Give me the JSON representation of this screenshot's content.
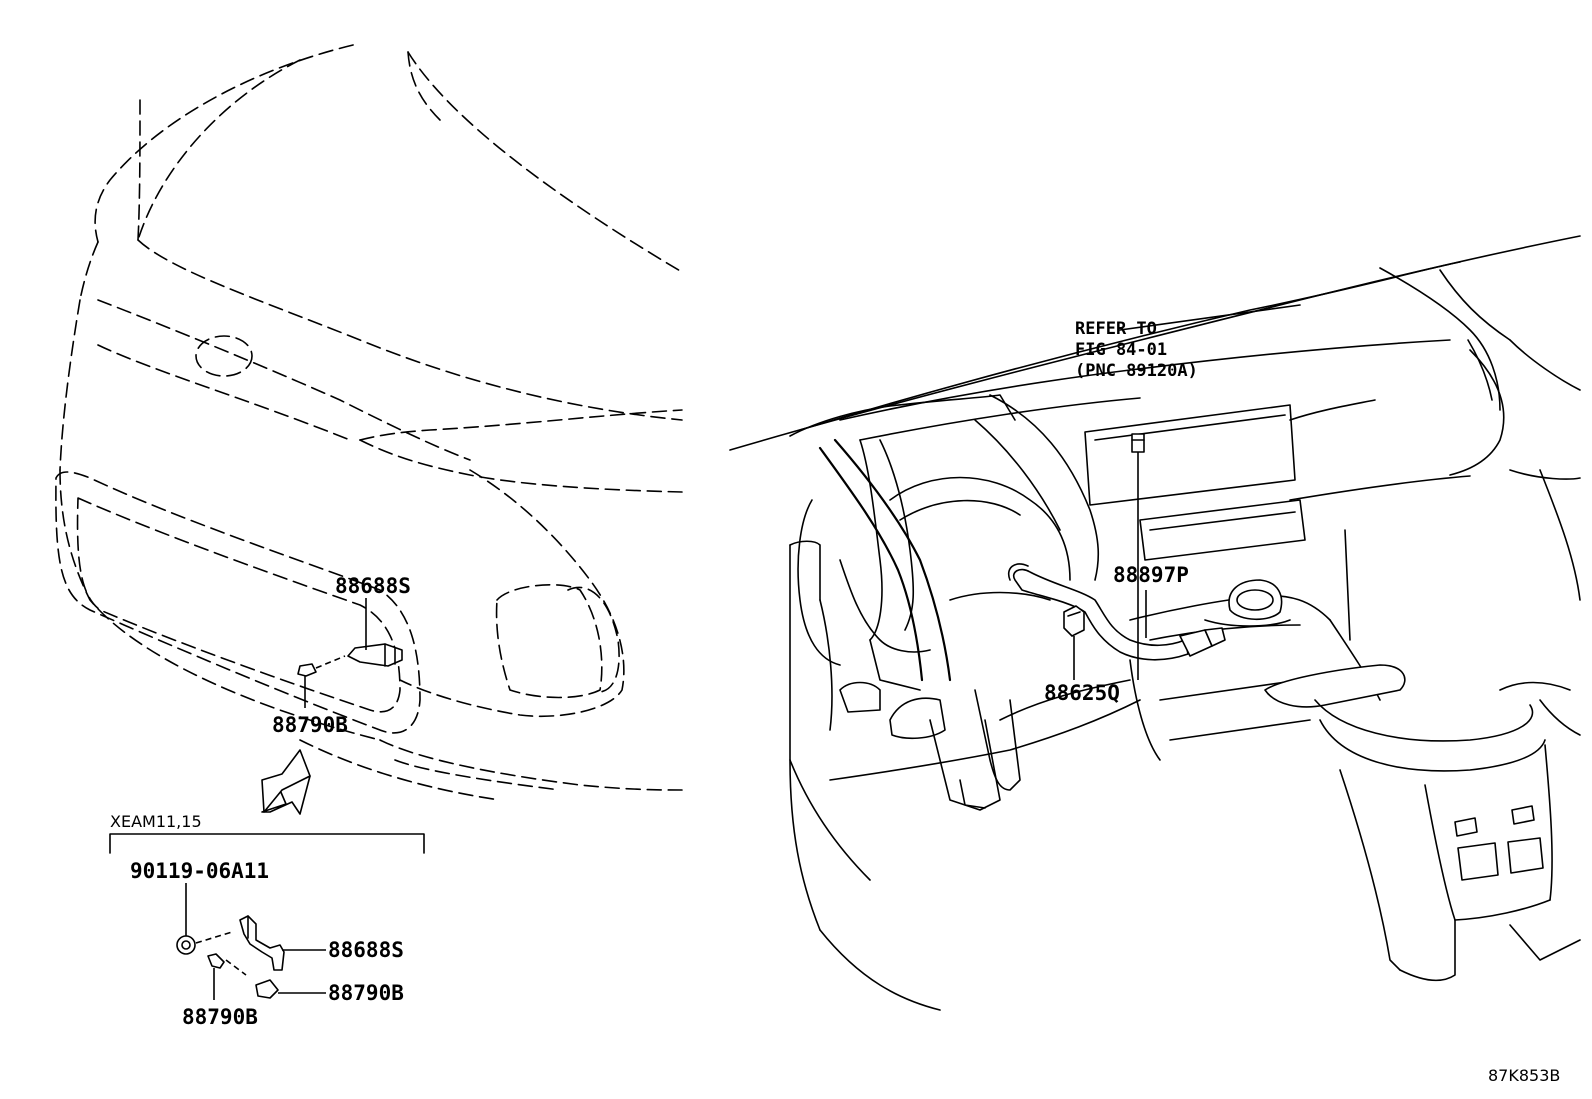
{
  "labels": {
    "front_sensor_bracket": "88688S",
    "front_sensor_clip": "88790B",
    "variant_heading": "XEAM11,15",
    "variant_bolt": "90119-06A11",
    "variant_sensor_bracket": "88688S",
    "variant_clip_right": "88790B",
    "variant_clip_bottom": "88790B",
    "refer_line1": "REFER TO",
    "refer_line2": "FIG 84-01",
    "refer_line3": "(PNC 89120A)",
    "duct_part": "88897P",
    "duct_connector": "88625Q",
    "figure_id": "87K853B"
  }
}
